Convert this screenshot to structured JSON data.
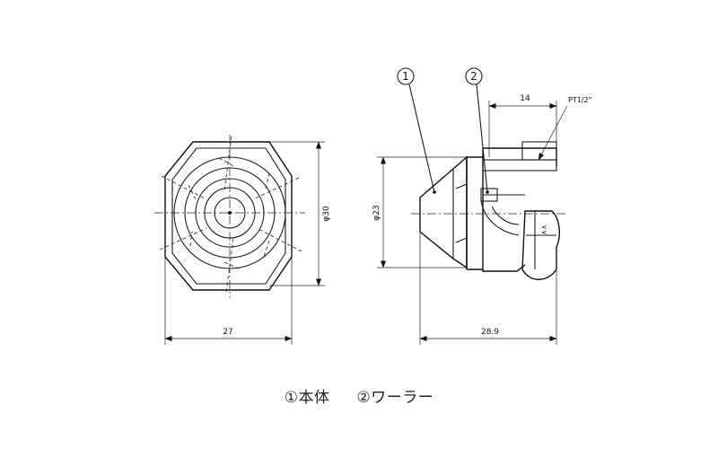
{
  "front_view": {
    "width_dim": "27",
    "height_dim": "φ30"
  },
  "side_view": {
    "diameter_dim": "φ23",
    "length_dim": "28.9",
    "thread_depth_dim": "14",
    "thread_spec": "PT1/2\"",
    "balloon_body": "1",
    "balloon_whirler": "2"
  },
  "legend": {
    "item1": "①本体",
    "item2": "②ワーラー"
  }
}
